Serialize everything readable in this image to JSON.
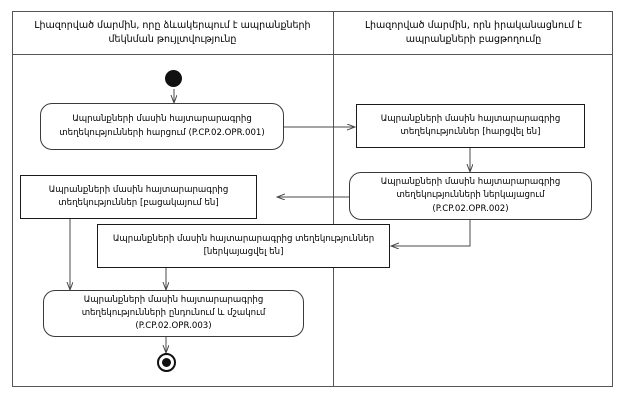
{
  "diagram": {
    "type": "uml-activity-diagram",
    "language": "hy",
    "lanes": [
      {
        "id": "lane-left",
        "title": "Լիազորված մարմին, որը ձևակերպում է ապրանքների մեկնման թույլտվությունը"
      },
      {
        "id": "lane-right",
        "title": "Լիազորված մարմին, որն իրականացնում է ապրանքների բացթողումը"
      }
    ],
    "nodes": {
      "initial": {
        "kind": "initial-node",
        "label": ""
      },
      "request_action": {
        "kind": "action",
        "label": "Ապրանքների մասին հայտարարագրից տեղեկությունների հարցում (P.CP.02.OPR.001)"
      },
      "requested_state": {
        "kind": "state",
        "label": "Ապրանքների մասին հայտարարագրից տեղեկություններ [հարցվել են]"
      },
      "submit_action": {
        "kind": "action",
        "label": "Ապրանքների մասին հայտարարագրից տեղեկությունների ներկայացում (P.CP.02.OPR.002)"
      },
      "absent_state": {
        "kind": "state",
        "label": "Ապրանքների մասին հայտարարագրից տեղեկություններ [բացակայում են]"
      },
      "submitted_state": {
        "kind": "state",
        "label": "Ապրանքների մասին հայտարարագրից տեղեկություններ [ներկայացվել են]"
      },
      "process_action": {
        "kind": "action",
        "label": "Ապրանքների մասին հայտարարագրից տեղեկությունների ընդունում և մշակում (P.CP.02.OPR.003)"
      },
      "final": {
        "kind": "final-node",
        "label": ""
      }
    },
    "colors": {
      "frame_stroke": "#555555",
      "action_stroke": "#3a3a3a",
      "state_stroke": "#1a1a1a",
      "edge_stroke": "#4a4a4a",
      "node_fill": "#ffffff",
      "terminal_fill": "#111111",
      "background": "#ffffff"
    }
  }
}
